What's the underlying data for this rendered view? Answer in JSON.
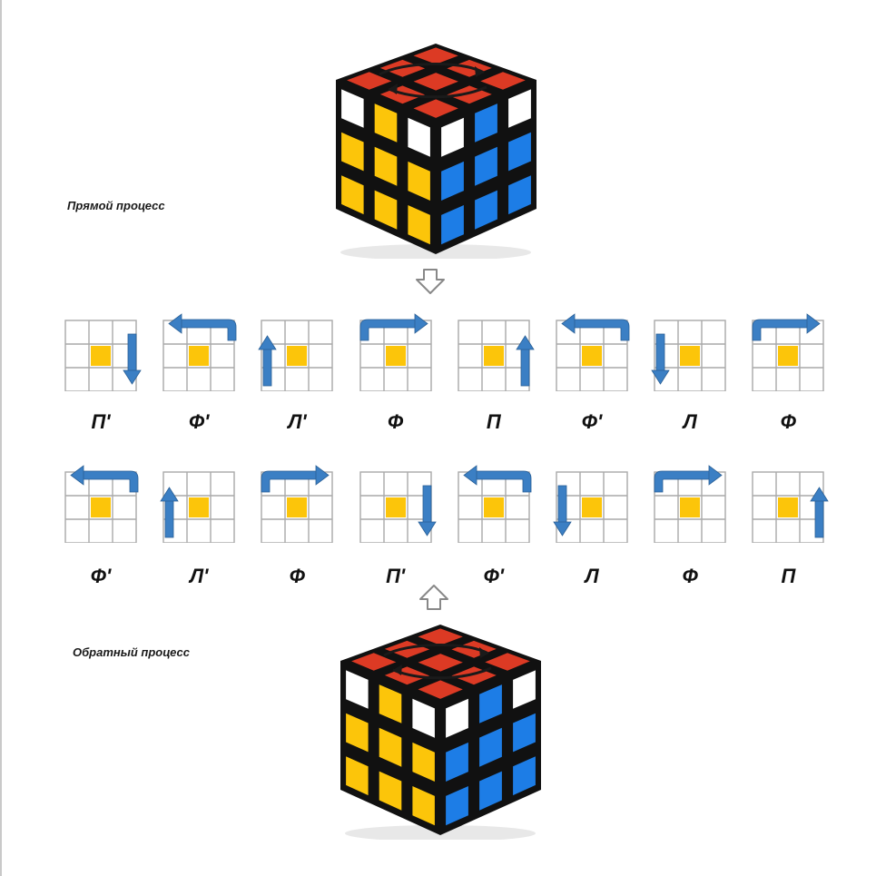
{
  "captions": {
    "forward": "Прямой процесс",
    "reverse": "Обратный процесс"
  },
  "colors": {
    "white": "#ffffff",
    "yellow": "#fcc50a",
    "blue": "#1d7de6",
    "red": "#dc3a24",
    "arrow": "#3b7fc4",
    "grid": "#a9a9a9",
    "center": "#fcc50a"
  },
  "cube": {
    "front_left": [
      [
        "white",
        "yellow",
        "white"
      ],
      [
        "yellow",
        "yellow",
        "yellow"
      ],
      [
        "yellow",
        "yellow",
        "yellow"
      ]
    ],
    "front_right": [
      [
        "white",
        "blue",
        "white"
      ],
      [
        "blue",
        "blue",
        "blue"
      ],
      [
        "blue",
        "blue",
        "blue"
      ]
    ]
  },
  "rows": [
    {
      "steps": [
        {
          "arrow": "down-right",
          "label": "П'"
        },
        {
          "arrow": "top-left",
          "label": "Ф'"
        },
        {
          "arrow": "up-left",
          "label": "Л'"
        },
        {
          "arrow": "top-right",
          "label": "Ф"
        },
        {
          "arrow": "up-right",
          "label": "П"
        },
        {
          "arrow": "top-left",
          "label": "Ф'"
        },
        {
          "arrow": "down-left",
          "label": "Л"
        },
        {
          "arrow": "top-right",
          "label": "Ф"
        }
      ]
    },
    {
      "steps": [
        {
          "arrow": "top-left",
          "label": "Ф'"
        },
        {
          "arrow": "up-left",
          "label": "Л'"
        },
        {
          "arrow": "top-right",
          "label": "Ф"
        },
        {
          "arrow": "down-right",
          "label": "П'"
        },
        {
          "arrow": "top-left",
          "label": "Ф'"
        },
        {
          "arrow": "down-left",
          "label": "Л"
        },
        {
          "arrow": "top-right",
          "label": "Ф"
        },
        {
          "arrow": "up-right",
          "label": "П"
        }
      ]
    }
  ]
}
